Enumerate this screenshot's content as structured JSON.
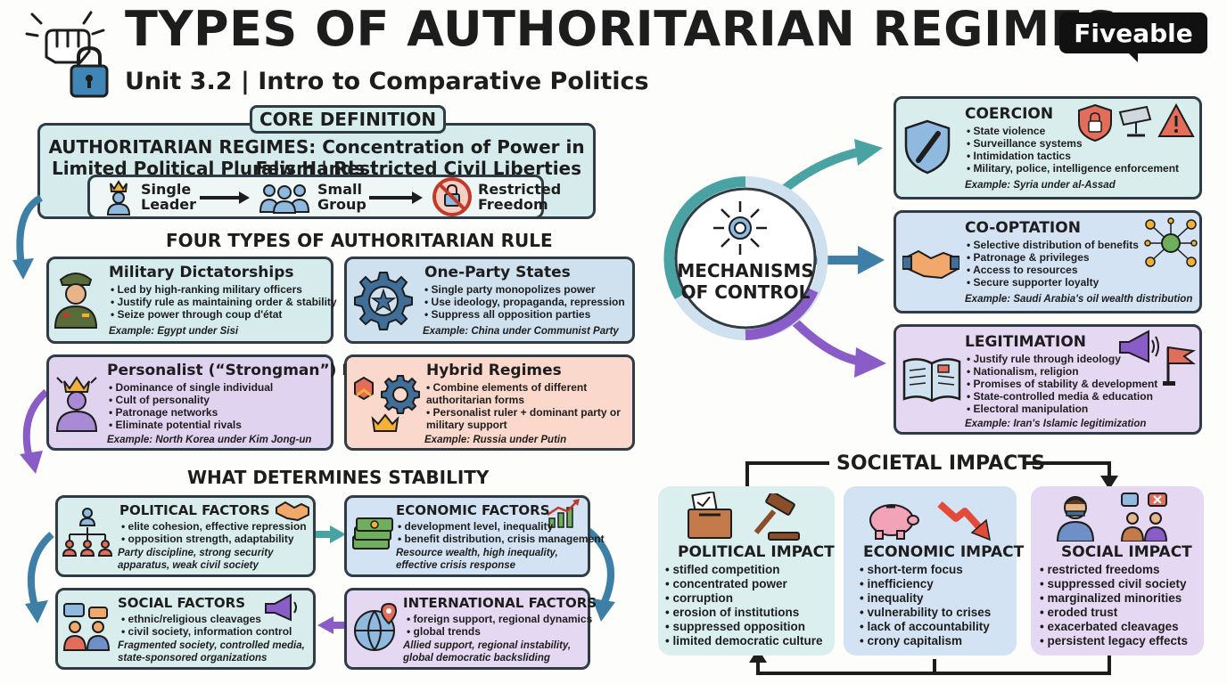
{
  "header": {
    "title": "TYPES OF AUTHORITARIAN REGIMES",
    "subtitle": "Unit 3.2 | Intro to Comparative Politics",
    "logo": "Fiveable"
  },
  "core": {
    "tag": "CORE DEFINITION",
    "line1": "AUTHORITARIAN REGIMES: Concentration of Power in Few Hands |",
    "line2": "Limited Political Pluralism | Restricted Civil Liberties",
    "steps": [
      {
        "l1": "Single",
        "l2": "Leader"
      },
      {
        "l1": "Small",
        "l2": "Group"
      },
      {
        "l1": "Restricted",
        "l2": "Freedom"
      }
    ]
  },
  "four_types": {
    "heading": "FOUR TYPES OF AUTHORITARIAN RULE",
    "cards": [
      {
        "title": "Military Dictatorships",
        "bullets": [
          "Led by high-ranking military officers",
          "Justify rule as maintaining order & stability",
          "Seize power through coup d'état"
        ],
        "example": "Example: Egypt under Sisi"
      },
      {
        "title": "One-Party States",
        "bullets": [
          "Single party monopolizes power",
          "Use ideology, propaganda, repression",
          "Suppress all opposition parties"
        ],
        "example": "Example: China under Communist Party"
      },
      {
        "title": "Personalist (“Strongman”) Rule",
        "bullets": [
          "Dominance of single individual",
          "Cult of personality",
          "Patronage networks",
          "Eliminate potential rivals"
        ],
        "example": "Example: North Korea under Kim Jong-un"
      },
      {
        "title": "Hybrid Regimes",
        "bullets": [
          "Combine elements of different authoritarian forms",
          "Personalist ruler + dominant party or military support"
        ],
        "example": "Example: Russia under Putin"
      }
    ]
  },
  "stability": {
    "heading": "WHAT DETERMINES STABILITY",
    "factors": [
      {
        "title": "POLITICAL FACTORS",
        "bullets": [
          "elite cohesion, effective repression",
          "opposition strength, adaptability"
        ],
        "note": "Party discipline, strong security apparatus, weak civil society"
      },
      {
        "title": "ECONOMIC FACTORS",
        "bullets": [
          "development level, inequality",
          "benefit distribution, crisis management"
        ],
        "note": "Resource wealth, high inequality, effective crisis response"
      },
      {
        "title": "SOCIAL FACTORS",
        "bullets": [
          "ethnic/religious cleavages",
          "civil society, information control"
        ],
        "note": "Fragmented society, controlled media, state-sponsored organizations"
      },
      {
        "title": "INTERNATIONAL FACTORS",
        "bullets": [
          "foreign support, regional dynamics",
          "global trends"
        ],
        "note": "Allied support, regional instability, global democratic backsliding"
      }
    ]
  },
  "mechanisms": {
    "hub_l1": "MECHANISMS",
    "hub_l2": "OF CONTROL",
    "items": [
      {
        "title": "COERCION",
        "bullets": [
          "State violence",
          "Surveillance systems",
          "Intimidation tactics",
          "Military, police, intelligence enforcement"
        ],
        "example": "Example: Syria under al-Assad"
      },
      {
        "title": "CO-OPTATION",
        "bullets": [
          "Selective distribution of benefits",
          "Patronage & privileges",
          "Access to resources",
          "Secure supporter loyalty"
        ],
        "example": "Example: Saudi Arabia's oil wealth distribution"
      },
      {
        "title": "LEGITIMATION",
        "bullets": [
          "Justify rule through ideology",
          "Nationalism, religion",
          "Promises of stability & development",
          "State-controlled media & education",
          "Electoral manipulation"
        ],
        "example": "Example: Iran's Islamic legitimization"
      }
    ]
  },
  "impacts": {
    "heading": "SOCIETAL IMPACTS",
    "cards": [
      {
        "title": "POLITICAL IMPACT",
        "bullets": [
          "stifled competition",
          "concentrated power",
          "corruption",
          "erosion of institutions",
          "suppressed opposition",
          "limited democratic culture"
        ]
      },
      {
        "title": "ECONOMIC IMPACT",
        "bullets": [
          "short-term focus",
          "inefficiency",
          "inequality",
          "vulnerability to crises",
          "lack of accountability",
          "crony capitalism"
        ]
      },
      {
        "title": "SOCIAL IMPACT",
        "bullets": [
          "restricted freedoms",
          "suppressed civil society",
          "marginalized minorities",
          "eroded trust",
          "exacerbated cleavages",
          "persistent legacy effects"
        ]
      }
    ]
  },
  "colors": {
    "teal": "#d6ecec",
    "blue": "#cfe0ef",
    "purple": "#e0d3f0",
    "salmon": "#fbd8cc",
    "arrow_blue": "#3d7fa6",
    "arrow_teal": "#4aa3a3",
    "arrow_purple": "#8a5cc7"
  }
}
